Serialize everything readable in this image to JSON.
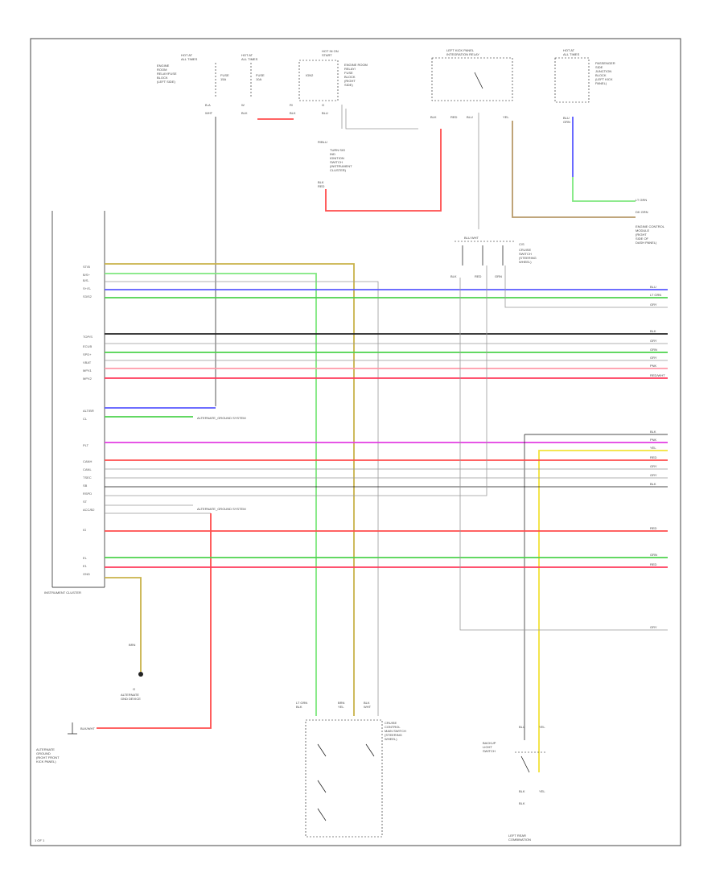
{
  "colors": {
    "red": "#ff4d4d",
    "pink_red": "#ff3b5c",
    "green": "#4dd34d",
    "light_green": "#7ee87e",
    "blue": "#5a5aff",
    "magenta": "#e23de2",
    "yellow": "#f2e23a",
    "yellow_brown": "#c9b24a",
    "tan": "#b89a6a",
    "black": "#222222",
    "gray": "#b8b8b8"
  },
  "labels": {
    "ground_a": "ALTERNATE\nGROUND",
    "ground_b": "ALTERNATE\nGROUND",
    "page_ref": "1 OF 1"
  }
}
